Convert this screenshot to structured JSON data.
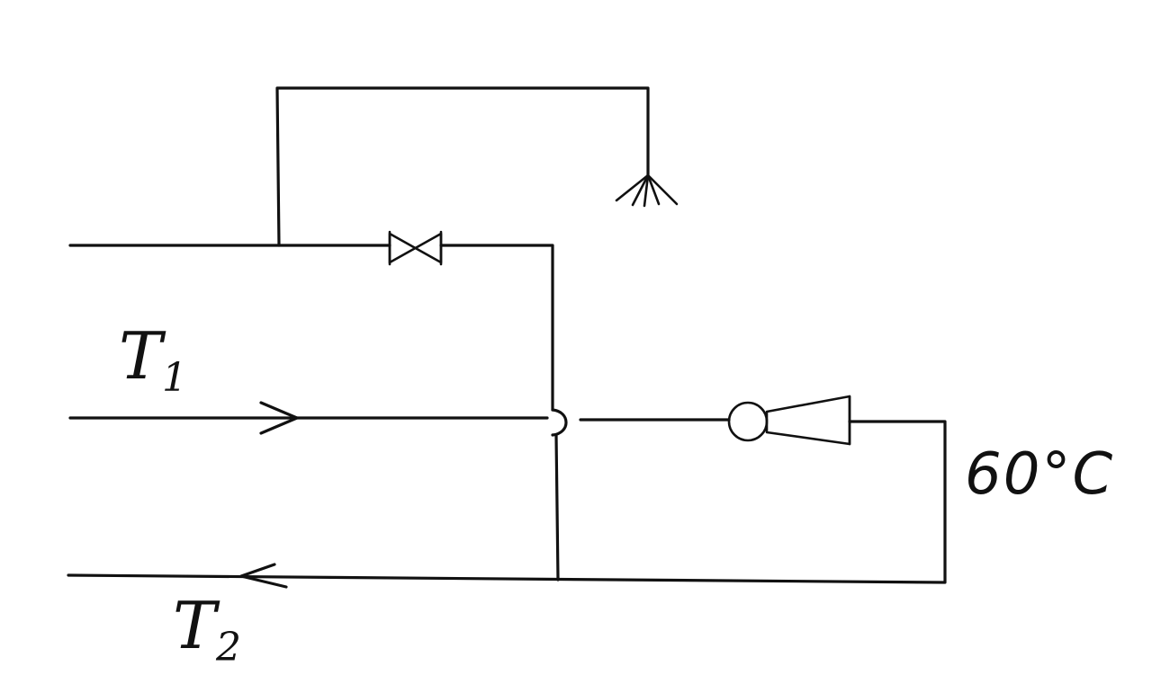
{
  "labels": {
    "supply_main": "T",
    "supply_sub": "1",
    "return_main": "T",
    "return_sub": "2",
    "temperature": "60°C"
  },
  "colors": {
    "ink": "#111111",
    "paper": "#ffffff"
  }
}
